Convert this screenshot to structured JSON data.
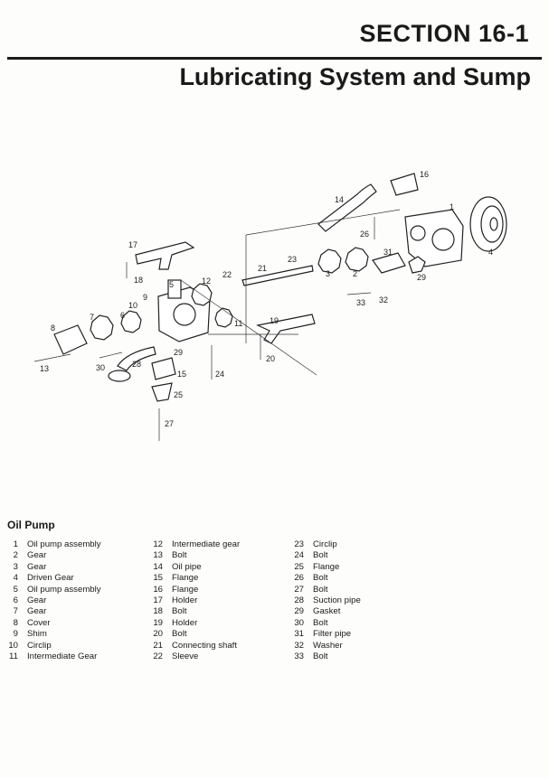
{
  "header": {
    "section": "SECTION 16-1",
    "title": "Lubricating System and Sump"
  },
  "diagram": {
    "callouts": [
      "1",
      "2",
      "3",
      "4",
      "5",
      "6",
      "7",
      "8",
      "9",
      "10",
      "11",
      "12",
      "13",
      "14",
      "15",
      "16",
      "17",
      "18",
      "19",
      "20",
      "21",
      "22",
      "23",
      "24",
      "25",
      "26",
      "27",
      "28",
      "29",
      "29",
      "30",
      "31",
      "32",
      "33"
    ]
  },
  "parts_list": {
    "heading": "Oil Pump",
    "items": [
      {
        "num": "1",
        "name": "Oil pump assembly"
      },
      {
        "num": "2",
        "name": "Gear"
      },
      {
        "num": "3",
        "name": "Gear"
      },
      {
        "num": "4",
        "name": "Driven Gear"
      },
      {
        "num": "5",
        "name": "Oil pump assembly"
      },
      {
        "num": "6",
        "name": "Gear"
      },
      {
        "num": "7",
        "name": "Gear"
      },
      {
        "num": "8",
        "name": "Cover"
      },
      {
        "num": "9",
        "name": "Shim"
      },
      {
        "num": "10",
        "name": "Circlip"
      },
      {
        "num": "11",
        "name": "Intermediate Gear"
      },
      {
        "num": "12",
        "name": "Intermediate gear"
      },
      {
        "num": "13",
        "name": "Bolt"
      },
      {
        "num": "14",
        "name": "Oil pipe"
      },
      {
        "num": "15",
        "name": "Flange"
      },
      {
        "num": "16",
        "name": "Flange"
      },
      {
        "num": "17",
        "name": "Holder"
      },
      {
        "num": "18",
        "name": "Bolt"
      },
      {
        "num": "19",
        "name": "Holder"
      },
      {
        "num": "20",
        "name": "Bolt"
      },
      {
        "num": "21",
        "name": "Connecting shaft"
      },
      {
        "num": "22",
        "name": "Sleeve"
      },
      {
        "num": "23",
        "name": "Circlip"
      },
      {
        "num": "24",
        "name": "Bolt"
      },
      {
        "num": "25",
        "name": "Flange"
      },
      {
        "num": "26",
        "name": "Bolt"
      },
      {
        "num": "27",
        "name": "Bolt"
      },
      {
        "num": "28",
        "name": "Suction pipe"
      },
      {
        "num": "29",
        "name": "Gasket"
      },
      {
        "num": "30",
        "name": "Bolt"
      },
      {
        "num": "31",
        "name": "Filter pipe"
      },
      {
        "num": "32",
        "name": "Washer"
      },
      {
        "num": "33",
        "name": "Bolt"
      }
    ]
  }
}
